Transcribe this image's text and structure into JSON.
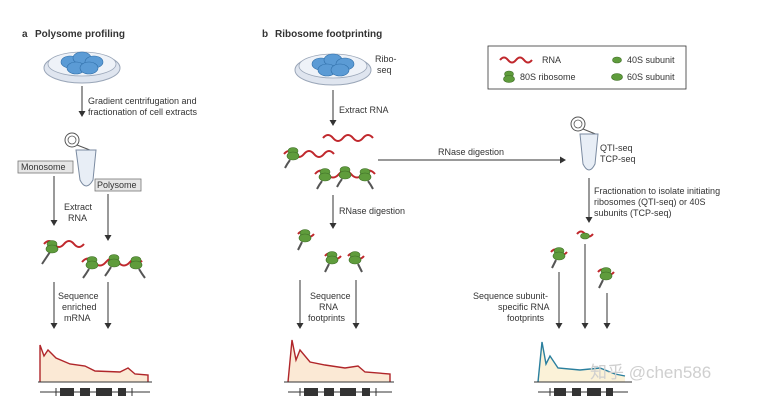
{
  "panel_a": {
    "letter": "a",
    "title": "Polysome profiling",
    "step1": [
      "Gradient centrifugation and",
      "fractionation of cell extracts"
    ],
    "monosome": "Monosome",
    "polysome": "Polysome",
    "extract": [
      "Extract",
      "RNA"
    ],
    "sequence": [
      "Sequence",
      "enriched",
      "mRNA"
    ]
  },
  "panel_b": {
    "letter": "b",
    "title": "Ribosome footprinting",
    "riboseq": [
      "Ribo-",
      "seq"
    ],
    "extract": "Extract RNA",
    "rnase_horizontal": "RNase digestion",
    "rnase_vertical": "RNase digestion",
    "sequence": [
      "Sequence",
      "RNA",
      "footprints"
    ],
    "qti": [
      "QTI-seq",
      "TCP-seq"
    ],
    "fractionation": [
      "Fractionation to isolate initiating",
      "ribosomes (QTI-seq) or 40S",
      "subunits (TCP-seq)"
    ],
    "sequence_subunit": [
      "Sequence subunit-",
      "specific RNA",
      "footprints"
    ]
  },
  "legend": {
    "rna": "RNA",
    "ribosome80s": "80S ribosome",
    "subunit40s": "40S subunit",
    "subunit60s": "60S subunit"
  },
  "watermark": "知乎 @chen586",
  "colors": {
    "rna": "#c0282d",
    "ribosome": "#5f9c3c",
    "trace_red": "#b0262a",
    "trace_teal": "#2a7f9e",
    "fill": "#fbe9d5",
    "cells": "#5b9bd5",
    "dish": "#cfd8e8"
  }
}
